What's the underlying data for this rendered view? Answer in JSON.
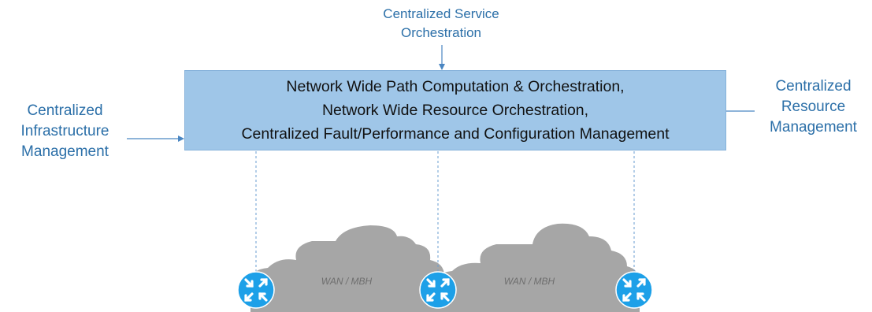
{
  "top_label": {
    "line1": "Centralized Service",
    "line2": "Orchestration"
  },
  "left_label": {
    "line1": "Centralized",
    "line2": "Infrastructure",
    "line3": "Management"
  },
  "right_label": {
    "line1": "Centralized",
    "line2": "Resource",
    "line3": "Management"
  },
  "box": {
    "line1": "Network Wide Path Computation & Orchestration,",
    "line2": "Network Wide Resource Orchestration,",
    "line3": "Centralized Fault/Performance and Configuration Management"
  },
  "clouds": [
    {
      "label": "WAN / MBH"
    },
    {
      "label": "WAN / MBH"
    }
  ],
  "colors": {
    "box_fill": "#9fc6e8",
    "label_text": "#2b6fa8",
    "router": "#1da0e8",
    "cloud": "#a6a6a6"
  },
  "icons": [
    "router-icon",
    "router-icon",
    "router-icon",
    "cloud-icon",
    "cloud-icon"
  ]
}
